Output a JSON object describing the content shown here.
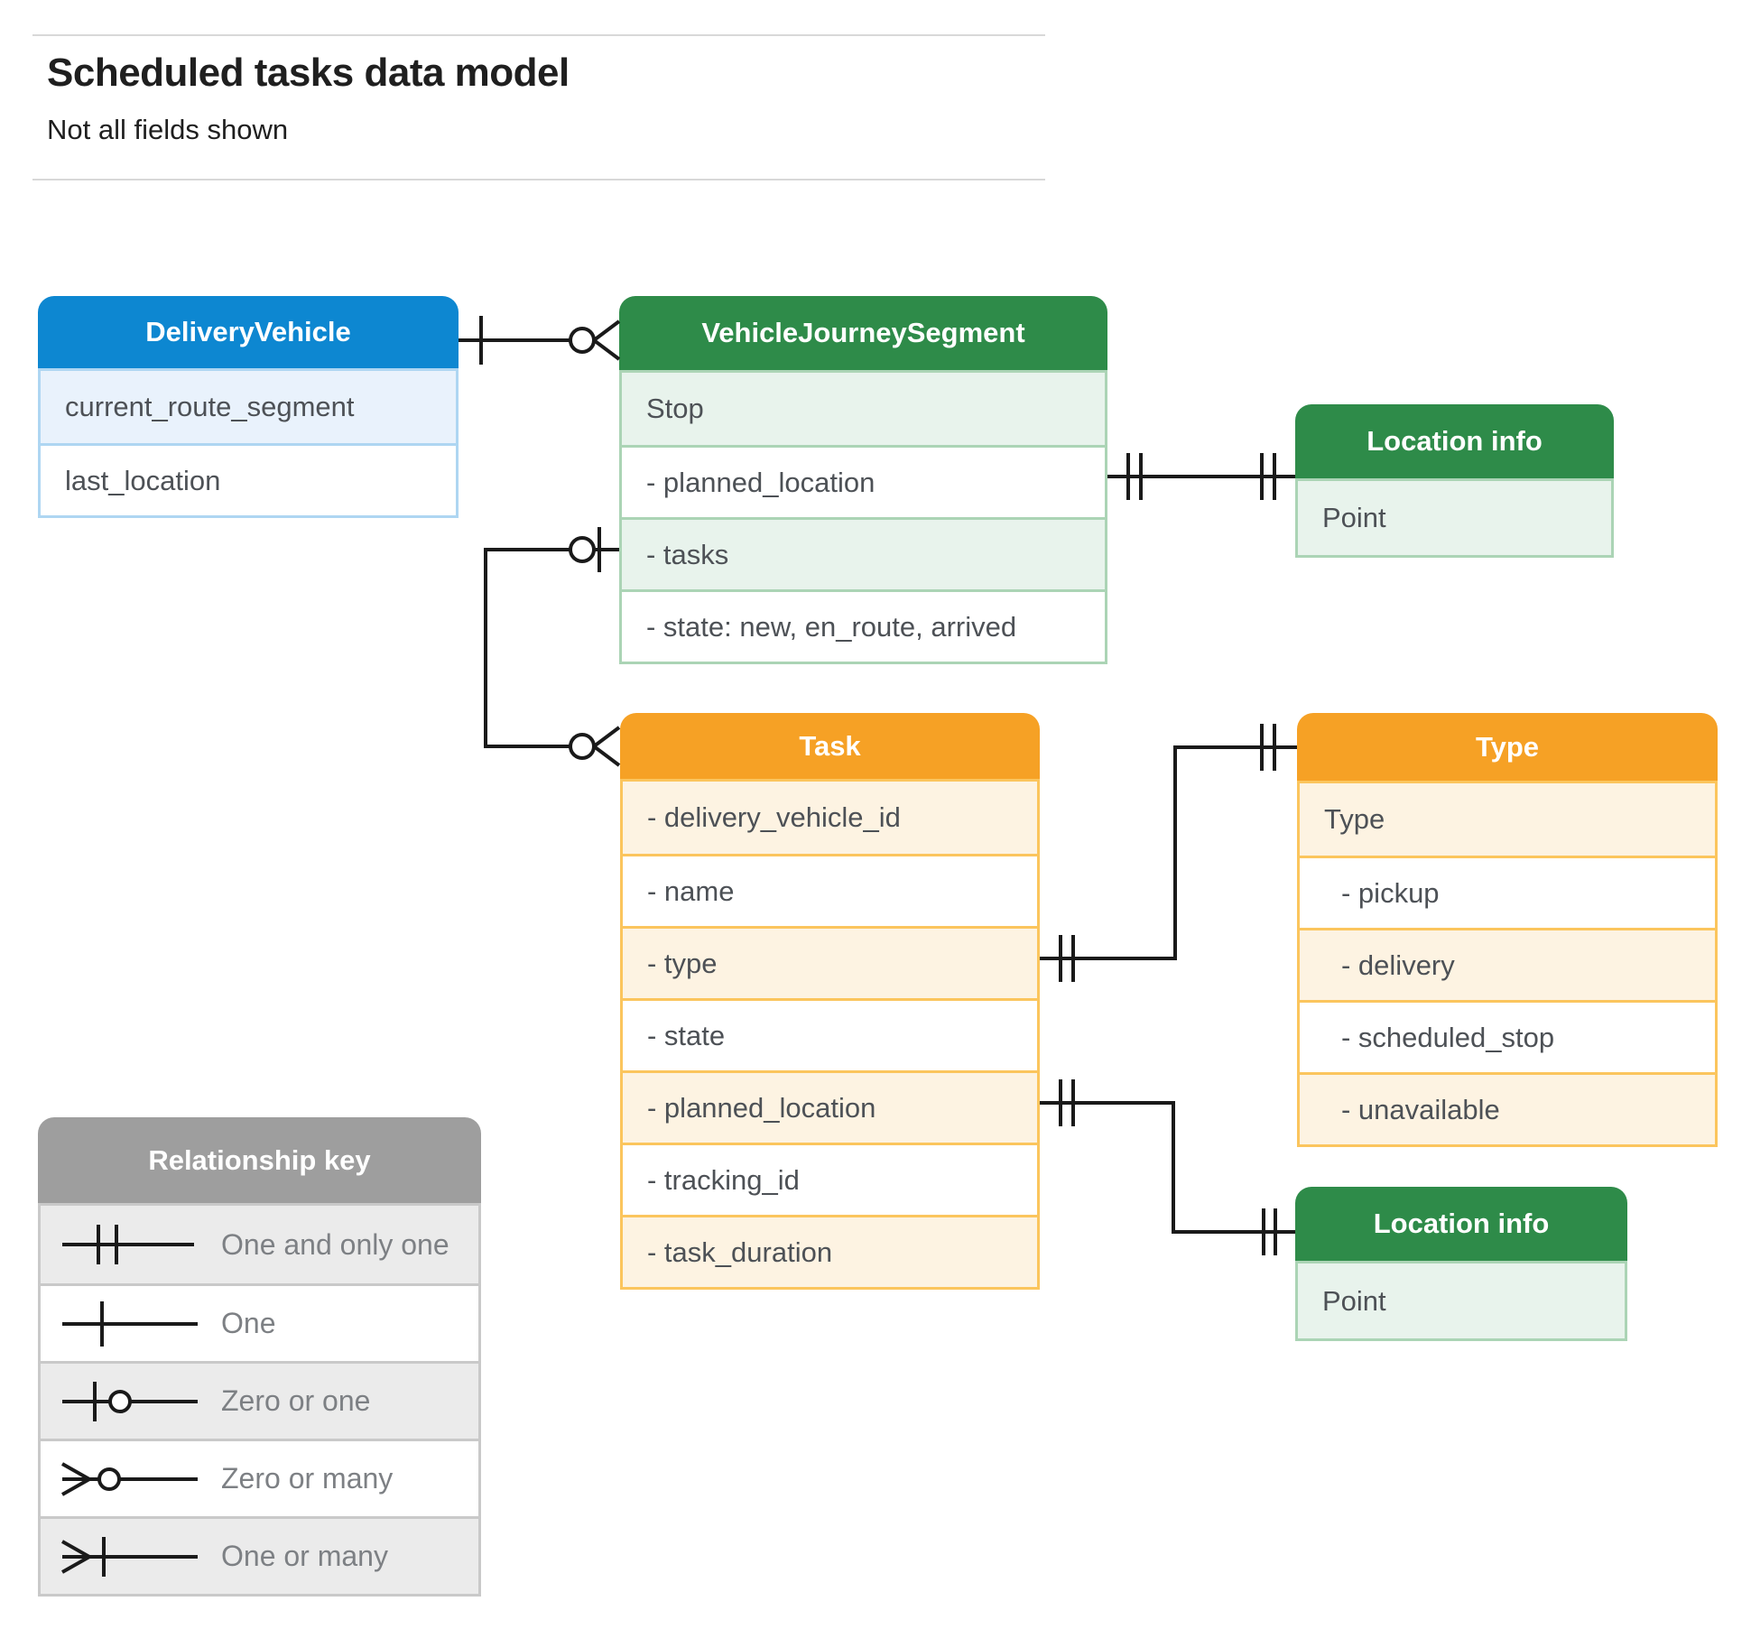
{
  "page": {
    "title": "Scheduled tasks data model",
    "subtitle": "Not all fields shown"
  },
  "entities": {
    "delivery_vehicle": {
      "title": "DeliveryVehicle",
      "rows": [
        "current_route_segment",
        "last_location"
      ]
    },
    "vehicle_journey_segment": {
      "title": "VehicleJourneySegment",
      "rows": [
        "Stop",
        "- planned_location",
        "- tasks",
        "- state: new, en_route, arrived"
      ]
    },
    "location_info_top": {
      "title": "Location info",
      "rows": [
        "Point"
      ]
    },
    "task": {
      "title": "Task",
      "rows": [
        "- delivery_vehicle_id",
        "- name",
        "- type",
        "- state",
        "- planned_location",
        "- tracking_id",
        "- task_duration"
      ]
    },
    "type": {
      "title": "Type",
      "rows": [
        "Type",
        "- pickup",
        "- delivery",
        "- scheduled_stop",
        "- unavailable"
      ]
    },
    "location_info_bottom": {
      "title": "Location info",
      "rows": [
        "Point"
      ]
    }
  },
  "legend": {
    "title": "Relationship key",
    "items": [
      "One and only one",
      "One",
      "Zero or one",
      "Zero or many",
      "One or many"
    ]
  },
  "relationships": [
    {
      "from": "DeliveryVehicle",
      "to": "VehicleJourneySegment",
      "from_cardinality": "one",
      "to_cardinality": "zero or many"
    },
    {
      "from": "VehicleJourneySegment.planned_location",
      "to": "Location info",
      "from_cardinality": "one and only one",
      "to_cardinality": "one and only one"
    },
    {
      "from": "VehicleJourneySegment.tasks",
      "to": "Task",
      "from_cardinality": "zero or one",
      "to_cardinality": "zero or many"
    },
    {
      "from": "Task.type",
      "to": "Type",
      "from_cardinality": "one and only one",
      "to_cardinality": "one and only one"
    },
    {
      "from": "Task.planned_location",
      "to": "Location info",
      "from_cardinality": "one and only one",
      "to_cardinality": "one and only one"
    }
  ],
  "colors": {
    "blue_header": "#0d87d1",
    "blue_row": "#e9f2fc",
    "green_header": "#2e8b49",
    "green_row": "#e8f3ec",
    "orange_header": "#f6a125",
    "orange_row": "#fdf3e2",
    "gray_header": "#9e9e9e",
    "gray_row": "#ebebeb",
    "connector_line": "#1a1a1a"
  }
}
